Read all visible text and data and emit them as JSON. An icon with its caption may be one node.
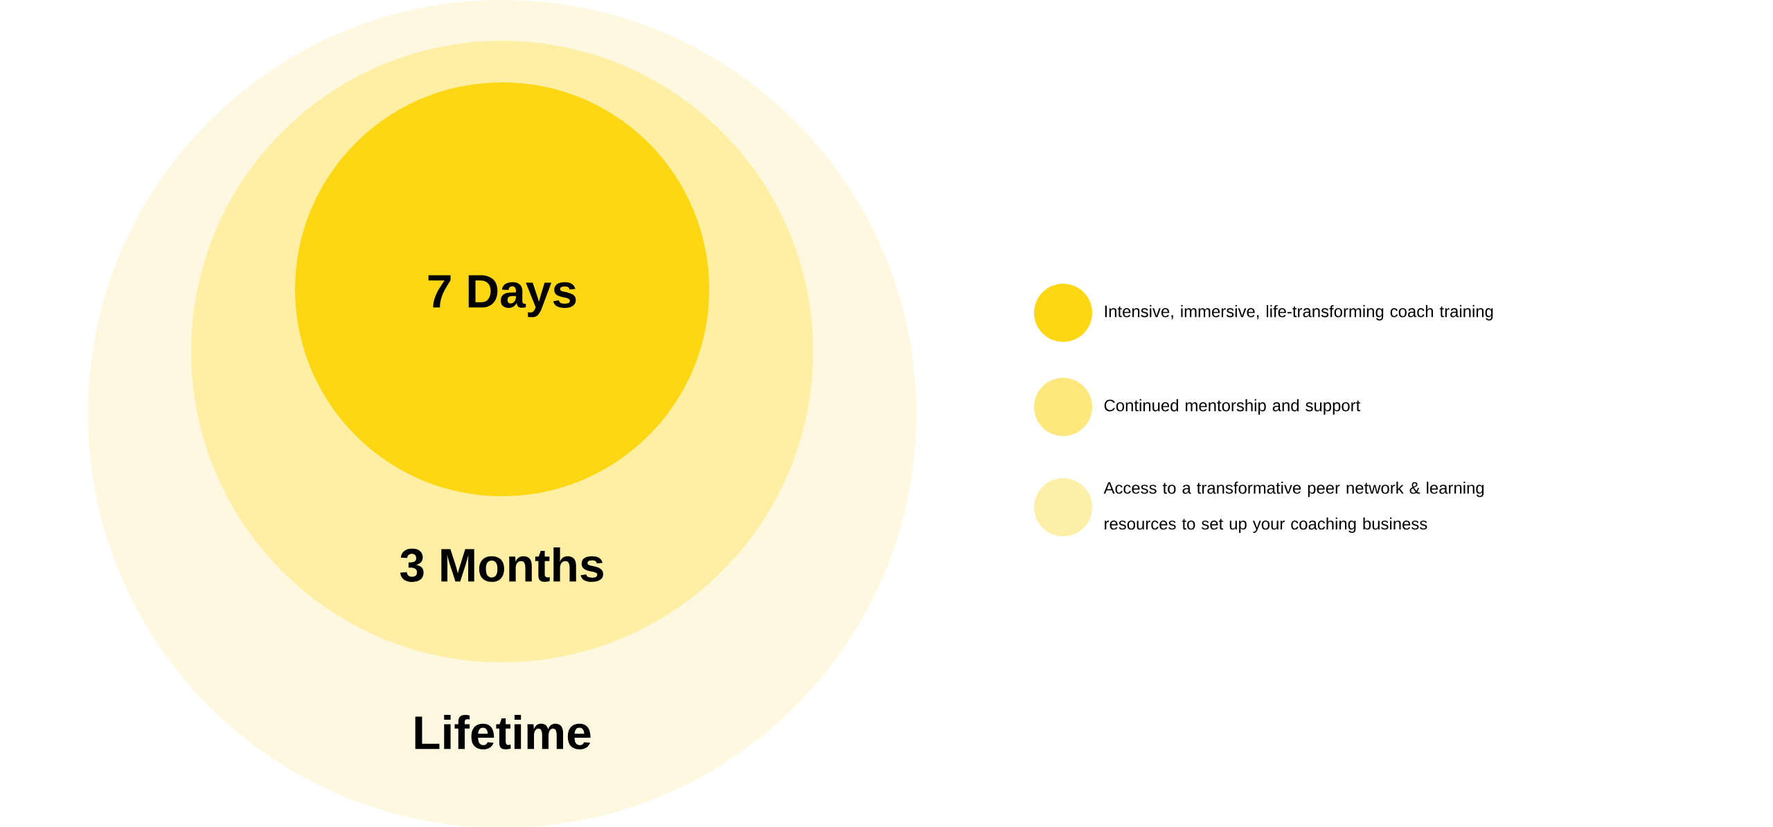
{
  "diagram": {
    "nodes": [
      {
        "text": [
          "Lifetime"
        ]
      },
      {
        "text": [
          "3 Months"
        ],
        "in": 0
      },
      {
        "text": [
          "7 Days"
        ],
        "in": 1
      }
    ],
    "legend": [
      {
        "text": "Intensive, immersive, life-transforming coach training",
        "color": "#fdd713"
      },
      {
        "text": "Continued mentorship and support",
        "color": "#fee77c"
      },
      {
        "text": "Access to a transformative peer network & learning resources to set up your coaching business",
        "color": "#feefa8"
      }
    ]
  }
}
